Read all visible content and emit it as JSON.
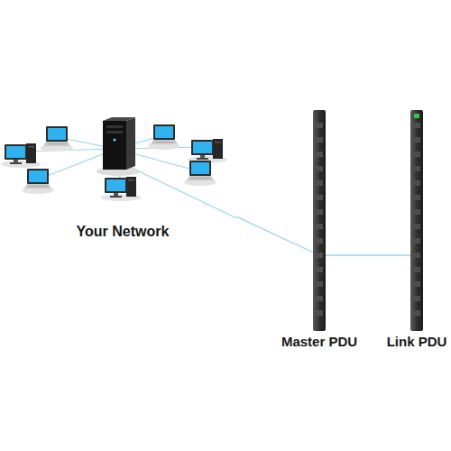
{
  "diagram": {
    "nodes": [
      {
        "text": [
          "Your Network"
        ]
      },
      {
        "text": [
          "Master PDU"
        ]
      },
      {
        "text": [
          "Link PDU"
        ]
      }
    ],
    "edges": [
      {
        "from": 0,
        "to": 1,
        "arrow": "none"
      },
      {
        "from": 1,
        "to": 2,
        "arrow": "none"
      }
    ]
  }
}
